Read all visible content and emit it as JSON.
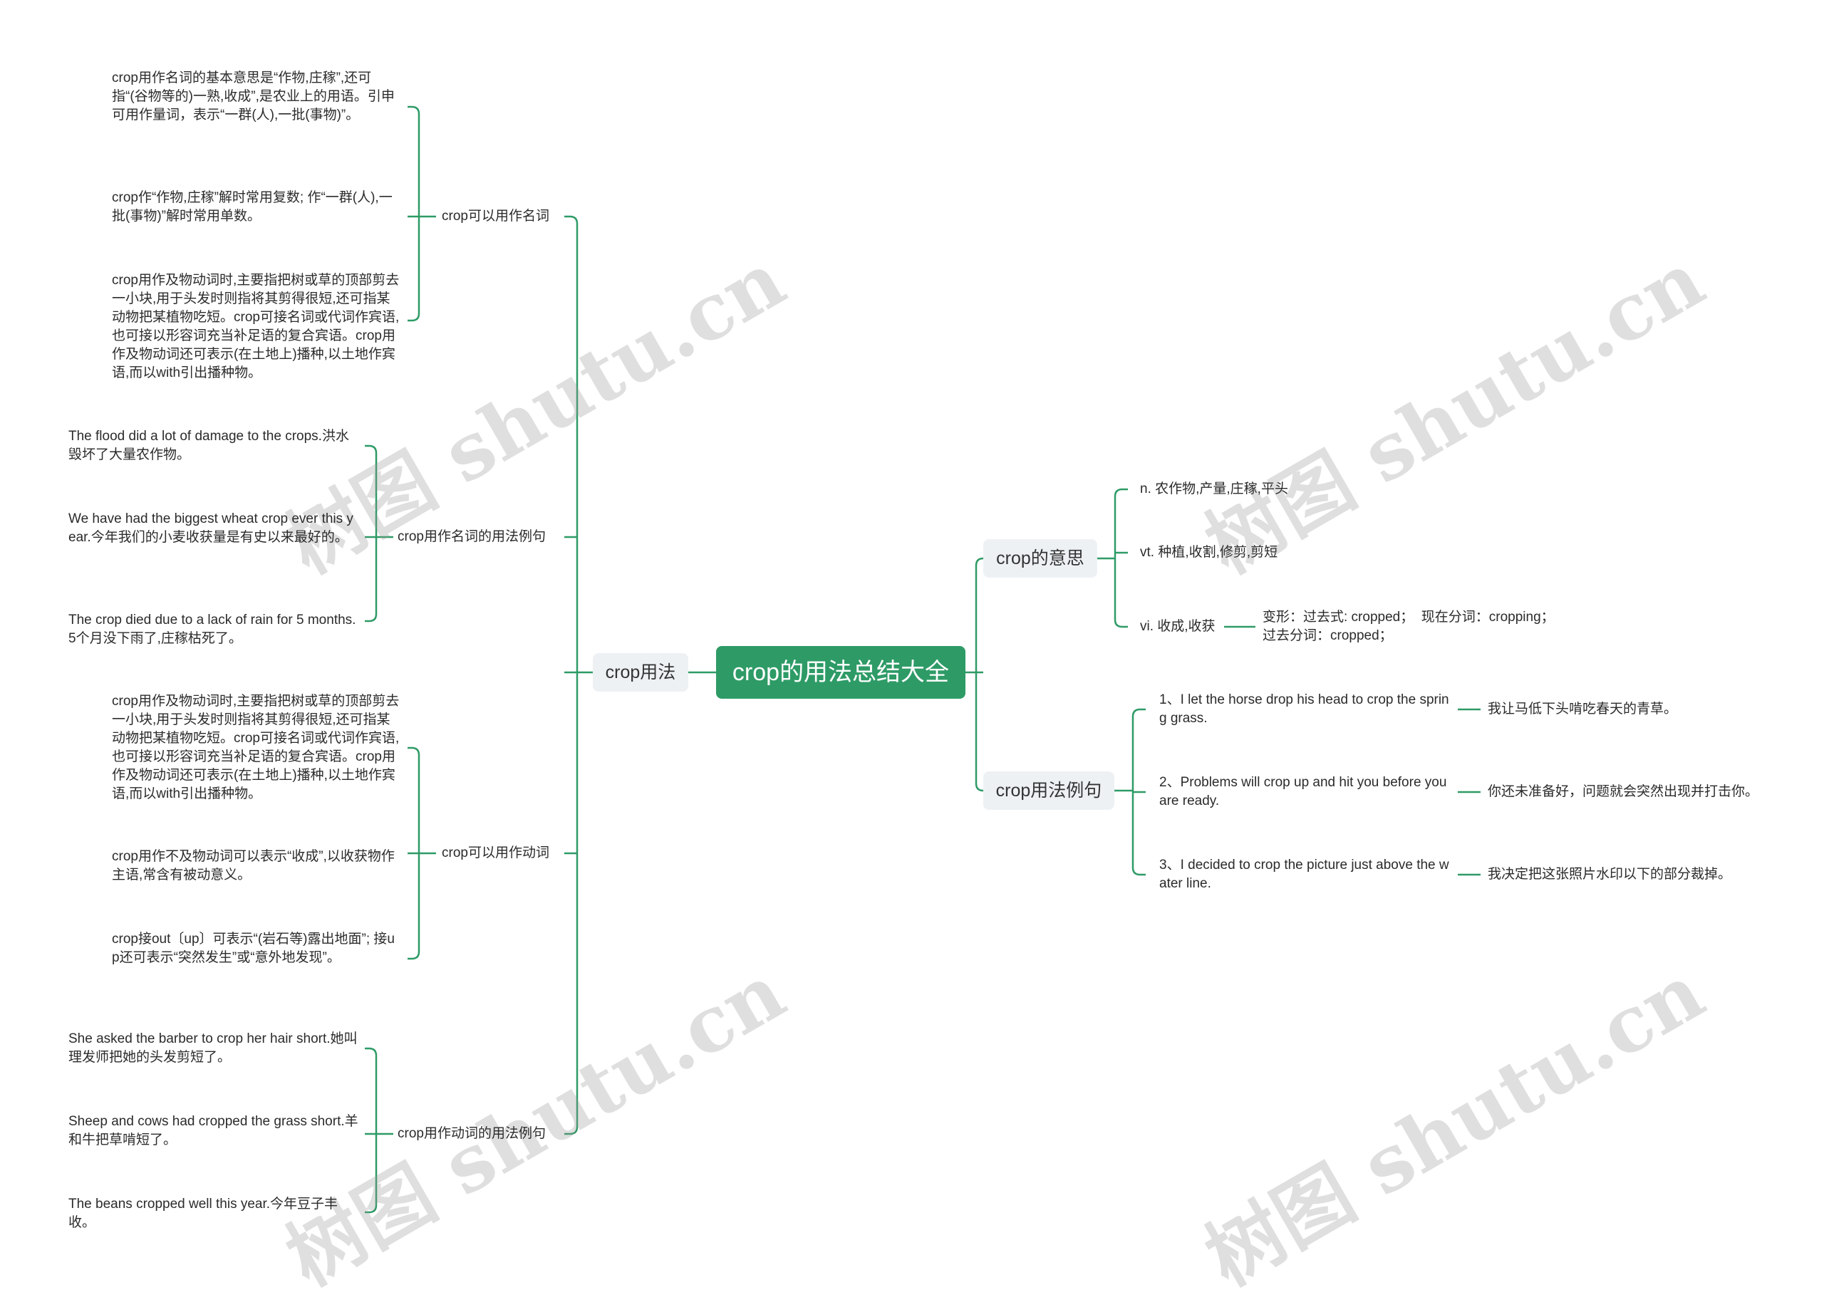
{
  "root": {
    "label": "crop的用法总结大全"
  },
  "left": {
    "branch": "crop用法",
    "groups": [
      {
        "label": "crop可以用作名词",
        "items": [
          "crop用作名词的基本意思是“作物,庄稼”,还可指“(谷物等的)一熟,收成”,是农业上的用语。引申可用作量词，表示“一群(人),一批(事物)”。",
          "crop作“作物,庄稼”解时常用复数; 作“一群(人),一批(事物)”解时常用单数。",
          "crop用作及物动词时,主要指把树或草的顶部剪去一小块,用于头发时则指将其剪得很短,还可指某动物把某植物吃短。crop可接名词或代词作宾语,也可接以形容词充当补足语的复合宾语。crop用作及物动词还可表示(在土地上)播种,以土地作宾语,而以with引出播种物。"
        ]
      },
      {
        "label": "crop用作名词的用法例句",
        "items": [
          "The flood did a lot of damage to the crops.洪水毁坏了大量农作物。",
          "We have had the biggest wheat crop ever this year.今年我们的小麦收获量是有史以来最好的。",
          "The crop died due to a lack of rain for 5 months.5个月没下雨了,庄稼枯死了。"
        ]
      },
      {
        "label": "crop可以用作动词",
        "items": [
          "crop用作及物动词时,主要指把树或草的顶部剪去一小块,用于头发时则指将其剪得很短,还可指某动物把某植物吃短。crop可接名词或代词作宾语,也可接以形容词充当补足语的复合宾语。crop用作及物动词还可表示(在土地上)播种,以土地作宾语,而以with引出播种物。",
          "crop用作不及物动词可以表示“收成”,以收获物作主语,常含有被动意义。",
          "crop接out〔up〕可表示“(岩石等)露出地面”; 接up还可表示“突然发生”或“意外地发现”。"
        ]
      },
      {
        "label": "crop用作动词的用法例句",
        "items": [
          "She asked the barber to crop her hair short.她叫理发师把她的头发剪短了。",
          "Sheep and cows had cropped the grass short.羊和牛把草啃短了。",
          "The beans cropped well this year.今年豆子丰收。"
        ]
      }
    ]
  },
  "right": {
    "meaning": {
      "label": "crop的意思",
      "items": [
        "n. 农作物,产量,庄稼,平头",
        "vt. 种植,收割,修剪,剪短",
        "vi. 收成,收获"
      ],
      "forms": "变形：过去式: cropped；  现在分词：cropping；  过去分词：cropped；"
    },
    "examples": {
      "label": "crop用法例句",
      "items": [
        {
          "en": "1、I let the horse drop his head to crop the spring grass.",
          "zh": "我让马低下头啃吃春天的青草。"
        },
        {
          "en": "2、Problems will crop up and hit you before you are ready.",
          "zh": "你还未准备好，问题就会突然出现并打击你。"
        },
        {
          "en": "3、I decided to crop the picture just above the water line.",
          "zh": "我决定把这张照片水印以下的部分裁掉。"
        }
      ]
    }
  },
  "watermark": "树图 shutu.cn",
  "colors": {
    "root_bg": "#2e9b66",
    "line": "#2e9b66",
    "pill_bg": "#eef1f4"
  }
}
